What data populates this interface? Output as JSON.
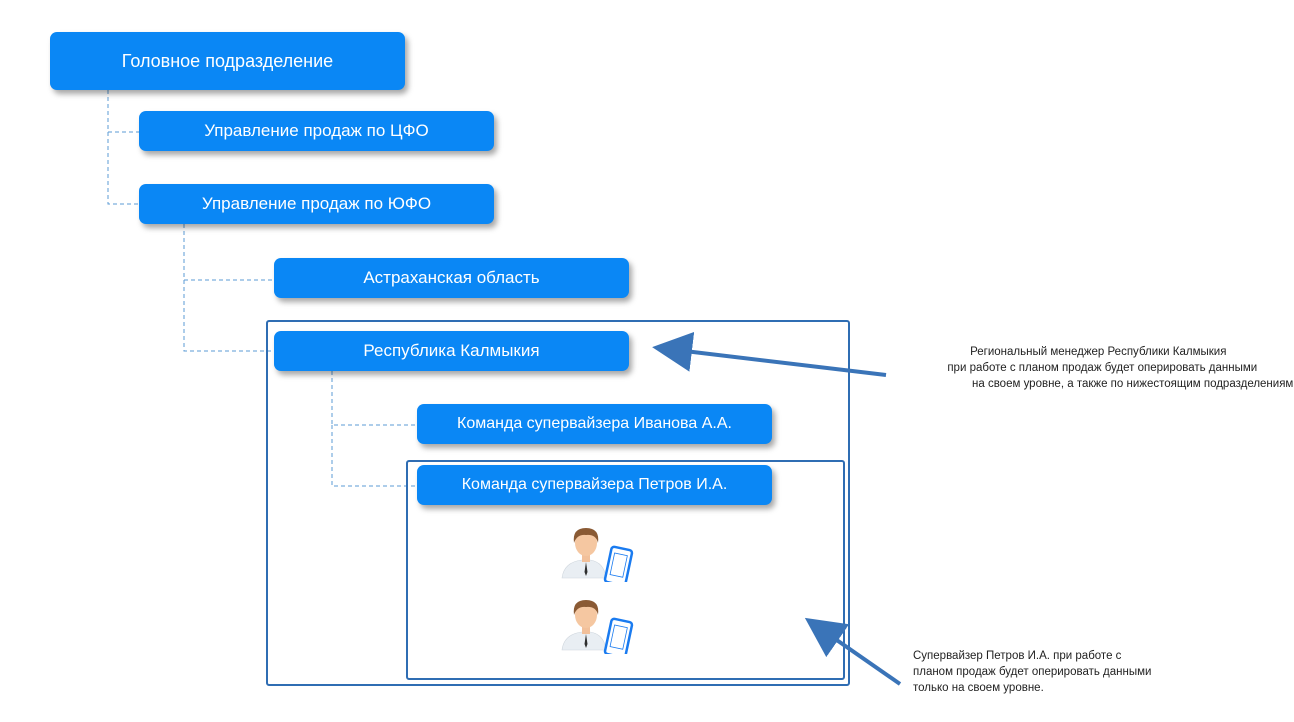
{
  "nodes": {
    "head": "Головное подразделение",
    "cfo": "Управление продаж по ЦФО",
    "yufo": "Управление продаж по ЮФО",
    "astrakhan": "Астраханская область",
    "kalmykia": "Республика Калмыкия",
    "ivanov_team": "Команда супервайзера Иванова А.А.",
    "petrov_team": "Команда супервайзера Петров И.А."
  },
  "notes": {
    "regional_manager": [
      "Региональный менеджер Республики Калмыкия",
      "при работе с планом продаж будет оперировать данными",
      "на своем уровне, а также по нижестоящим подразделениям."
    ],
    "supervisor": [
      "Супервайзер Петров И.А. при работе с",
      "планом продаж будет оперировать данными",
      "только на своем уровне."
    ]
  },
  "icons": [
    "person-with-phone-icon",
    "person-with-phone-icon"
  ],
  "colors": {
    "node_fill": "#0a87f5",
    "node_text": "#ffffff",
    "frame": "#2f6db3",
    "connector": "#5b9bd5",
    "arrow": "#3a74b8"
  }
}
